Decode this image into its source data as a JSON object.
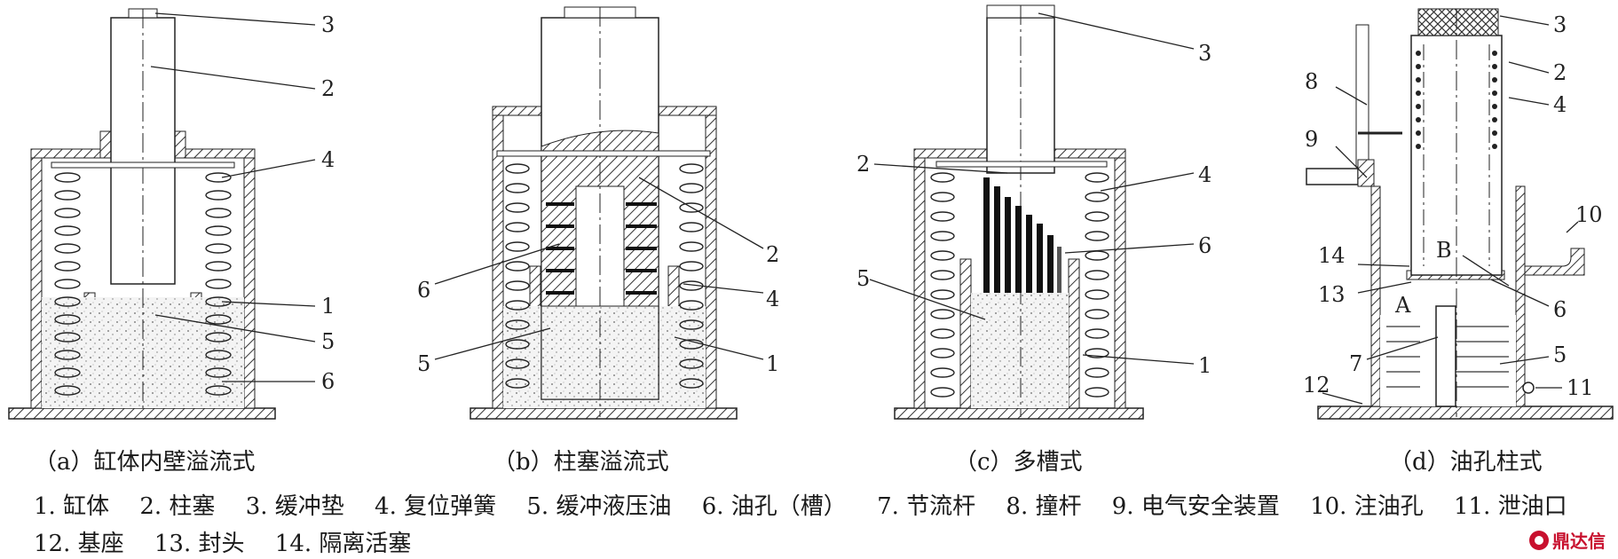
{
  "diagrams": [
    {
      "caption": "（a）缸体内壁溢流式",
      "callouts": [
        "3",
        "2",
        "4",
        "1",
        "5",
        "6"
      ]
    },
    {
      "caption": "（b）柱塞溢流式",
      "callouts": [
        "2",
        "6",
        "4",
        "5",
        "1"
      ]
    },
    {
      "caption": "（c）多槽式",
      "callouts": [
        "3",
        "2",
        "4",
        "6",
        "5",
        "1"
      ]
    },
    {
      "caption": "（d）油孔柱式",
      "callouts": [
        "3",
        "8",
        "2",
        "4",
        "9",
        "10",
        "B",
        "14",
        "13",
        "6",
        "A",
        "5",
        "7",
        "12",
        "11"
      ]
    }
  ],
  "legend_line1": [
    "1. 缸体",
    "2. 柱塞",
    "3. 缓冲垫",
    "4. 复位弹簧",
    "5. 缓冲液压油",
    "6. 油孔（槽）",
    "7. 节流杆",
    "8. 撞杆",
    "9. 电气安全装置",
    "10. 注油孔",
    "11. 泄油口"
  ],
  "legend_line2": [
    "12. 基座",
    "13. 封头",
    "14. 隔离活塞"
  ],
  "logo_text": "鼎达信"
}
